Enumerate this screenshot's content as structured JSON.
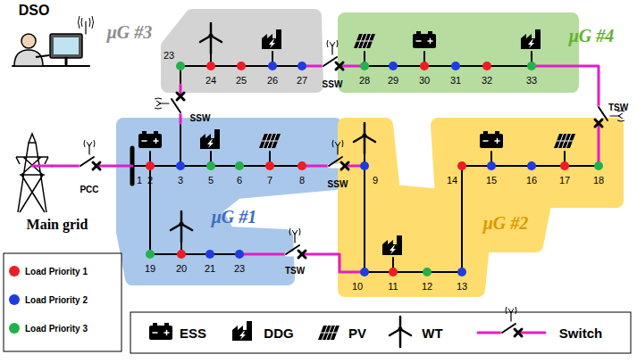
{
  "diagram": {
    "labels": [
      "DSO",
      "Main grid",
      "PCC",
      "μG #3",
      "μG #4",
      "μG #1",
      "μG #2",
      "SSW",
      "SSW",
      "SSW",
      "TSW",
      "TSW",
      "1",
      "2",
      "3",
      "5",
      "6",
      "7",
      "8",
      "9",
      "10",
      "11",
      "12",
      "13",
      "14",
      "15",
      "16",
      "17",
      "18",
      "19",
      "20",
      "21",
      "23",
      "23",
      "24",
      "25",
      "26",
      "27",
      "28",
      "29",
      "30",
      "31",
      "32",
      "33"
    ],
    "legend": [
      {
        "text": "Load Priority 1",
        "color": "#ee1c24"
      },
      {
        "text": "Load Priority 2",
        "color": "#1f3ce0"
      },
      {
        "text": "Load Priority 3",
        "color": "#22b14c"
      },
      {
        "text": "ESS"
      },
      {
        "text": "DDG"
      },
      {
        "text": "PV"
      },
      {
        "text": "WT"
      },
      {
        "text": "Switch"
      }
    ]
  }
}
